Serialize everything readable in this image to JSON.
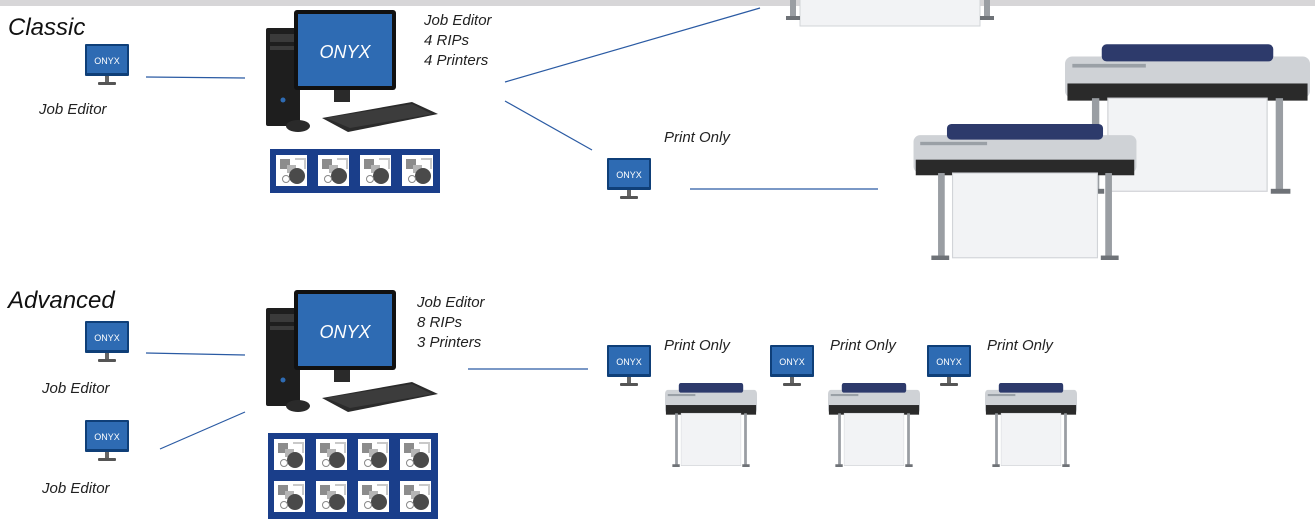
{
  "sections": {
    "classic": {
      "title": "Classic",
      "client_label": "Job Editor",
      "server_info": [
        "Job Editor",
        "4 RIPs",
        "4 Printers"
      ],
      "print_only_label": "Print Only",
      "rip_count": 4,
      "printer_count": 4
    },
    "advanced": {
      "title": "Advanced",
      "client_labels": [
        "Job Editor",
        "Job Editor"
      ],
      "server_info": [
        "Job Editor",
        "8 RIPs",
        "3 Printers"
      ],
      "print_only_labels": [
        "Print Only",
        "Print Only",
        "Print Only"
      ],
      "rip_count": 8,
      "printer_count": 3
    }
  },
  "brand": {
    "logo_text": "ONYX",
    "monitor_logo_text": "ONYX"
  },
  "colors": {
    "monitor_blue": "#1f5a9c",
    "line_blue": "#2a5aa3",
    "rip_frame": "#1a3e8a",
    "top_bar": "#d7d6d8"
  },
  "icons": [
    "monitor-icon",
    "desktop-computer-icon",
    "rip-module-icon",
    "large-format-printer-icon"
  ]
}
